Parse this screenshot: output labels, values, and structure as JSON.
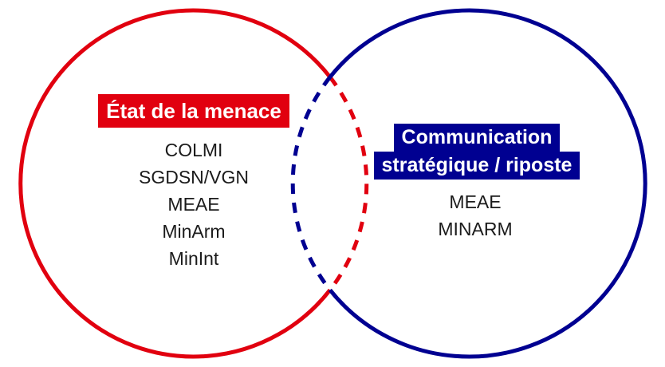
{
  "diagram": {
    "type": "venn",
    "background_color": "#ffffff",
    "text_color": "#1b1b1b",
    "overlap_stroke_style": "dashed",
    "left": {
      "label": "État de la menace",
      "color": "#e1000f",
      "items": [
        "COLMI",
        "SGDSN/VGN",
        "MEAE",
        "MinArm",
        "MinInt"
      ]
    },
    "right": {
      "label_line1": "Communication",
      "label_line2": "stratégique / riposte",
      "color": "#000091",
      "items": [
        "MEAE",
        "MINARM"
      ]
    }
  }
}
